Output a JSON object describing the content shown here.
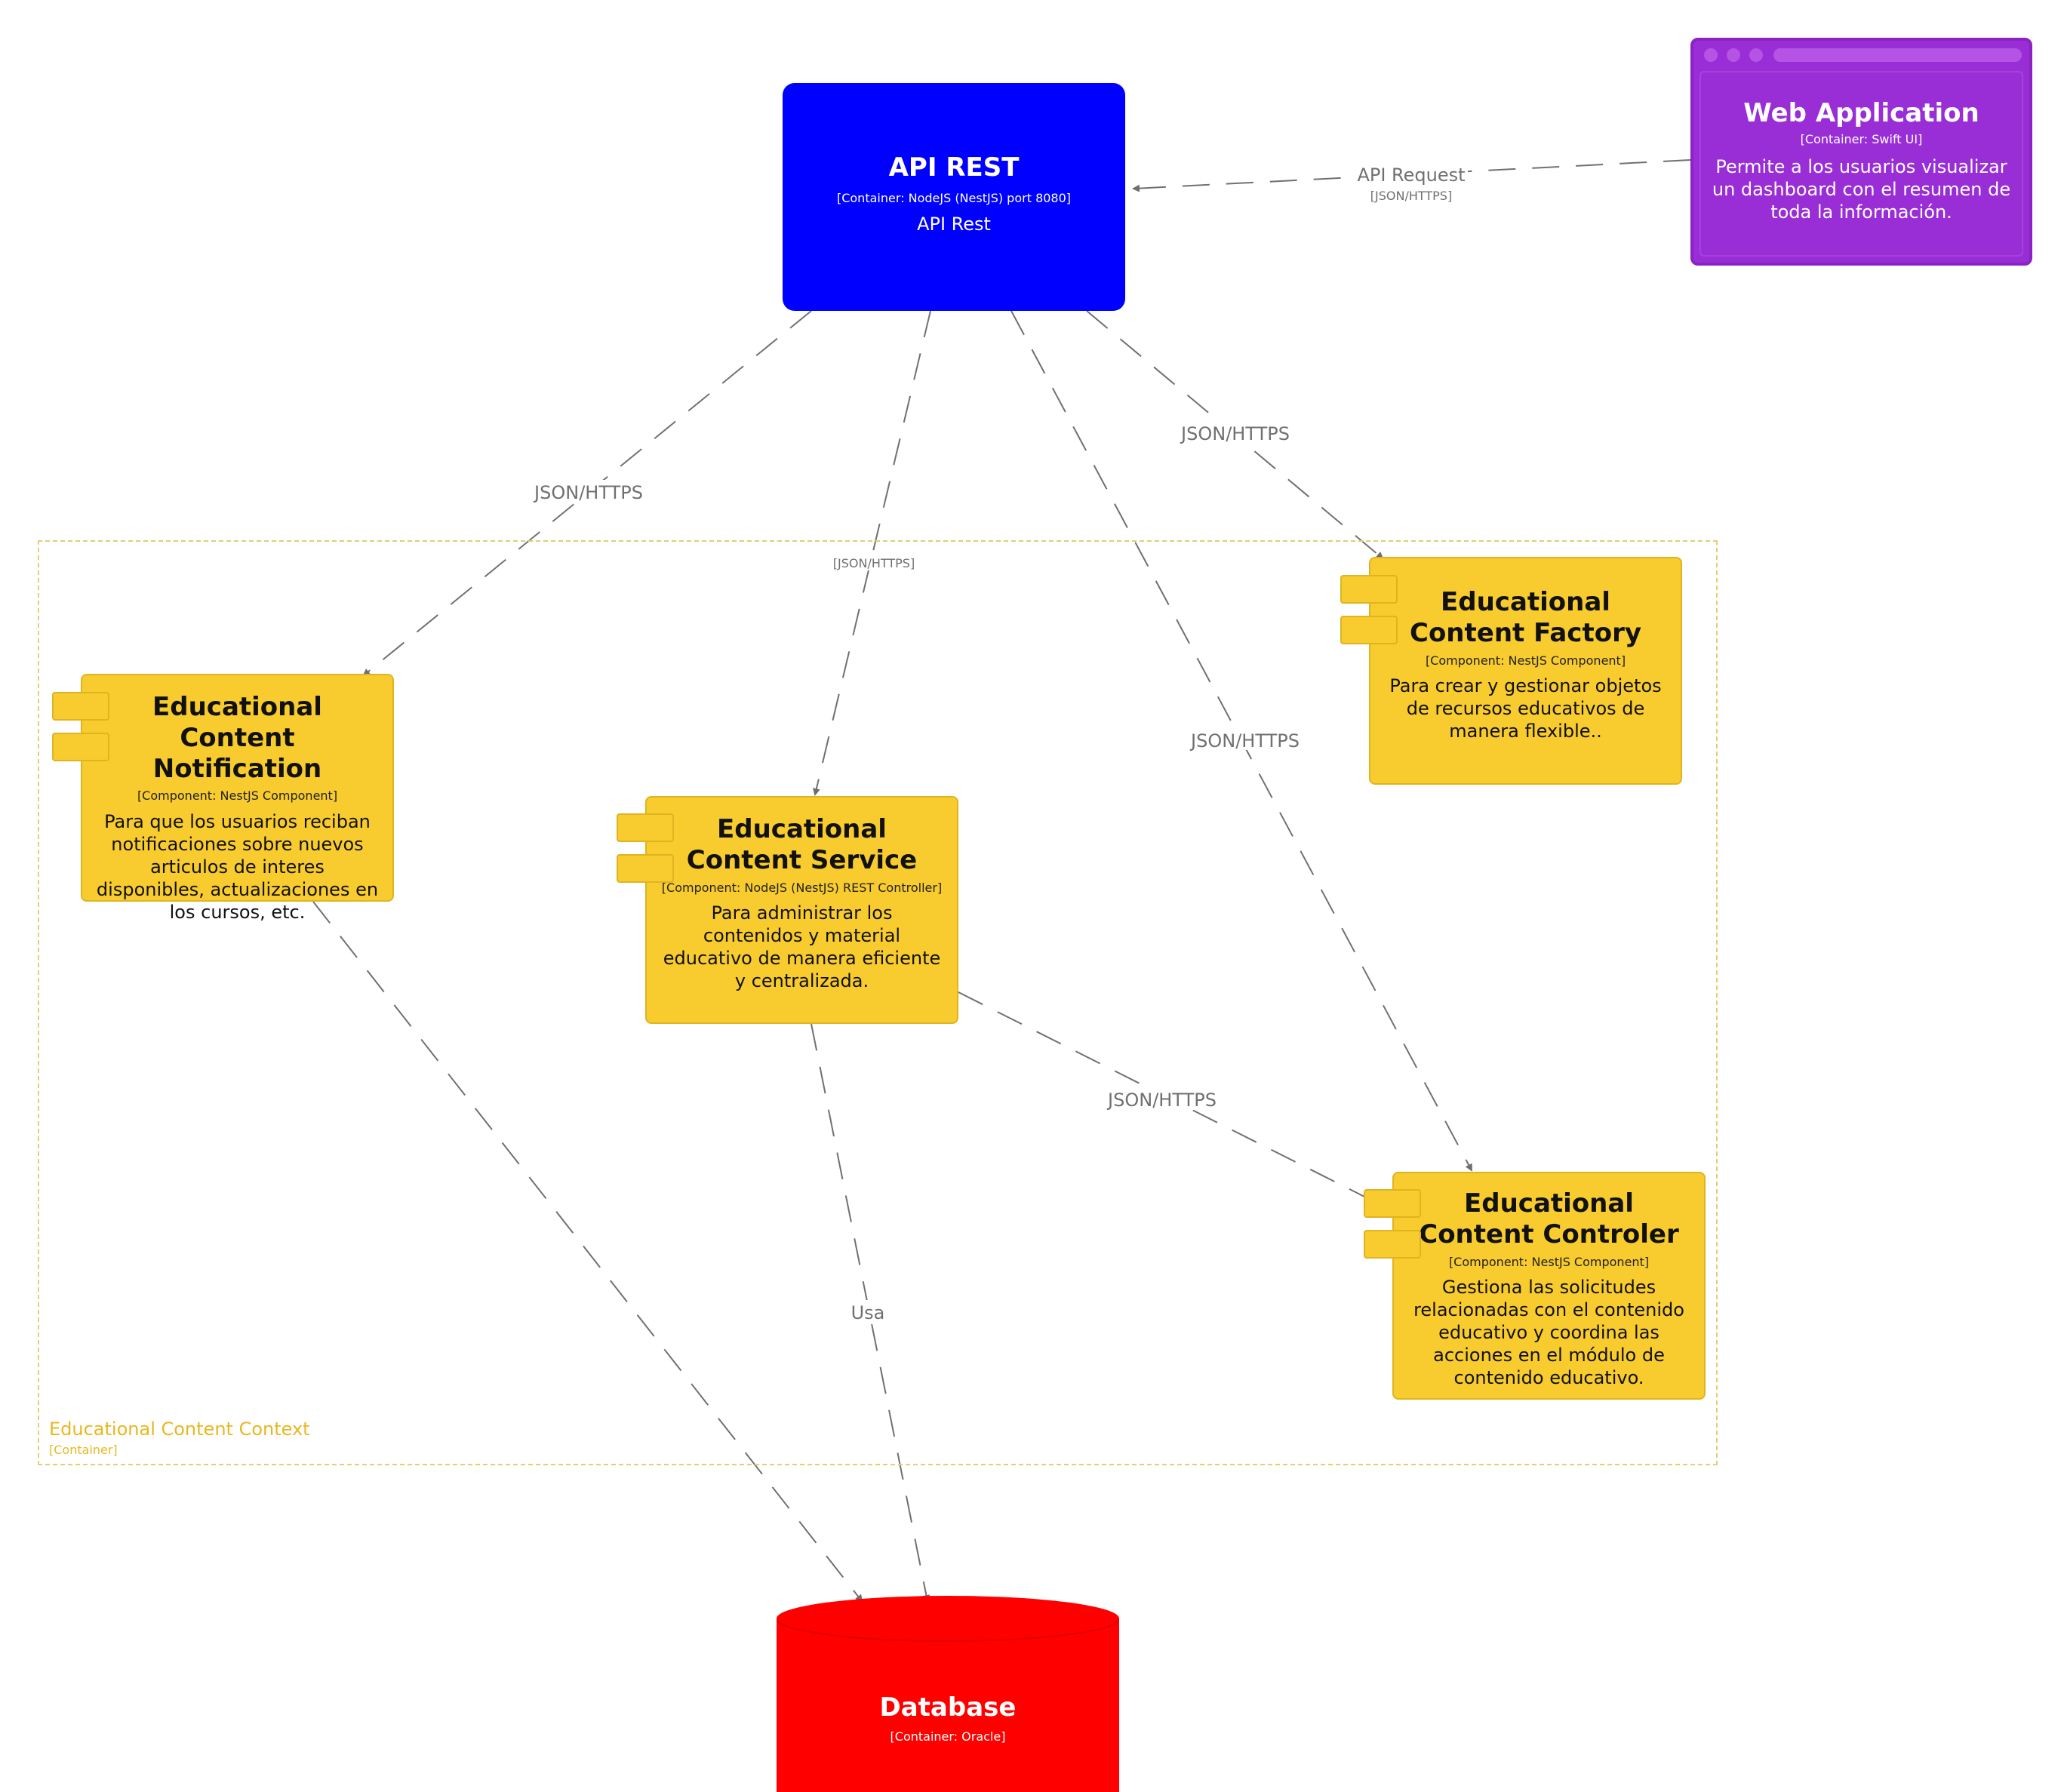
{
  "nodes": {
    "api": {
      "title": "API REST",
      "technology": "[Container: NodeJS (NestJS) port 8080]",
      "description": "API Rest",
      "color": "#0000ff"
    },
    "webapp": {
      "title": "Web Application",
      "technology": "[Container: Swift UI]",
      "description": "Permite a los usuarios visualizar un dashboard con el resumen de toda la información.",
      "color": "#9a2ed6"
    },
    "notification": {
      "title": "Educational Content Notification",
      "technology": "[Component: NestJS Component]",
      "description": "Para que los usuarios reciban notificaciones sobre nuevos articulos de interes disponibles, actualizaciones en los cursos, etc.",
      "color": "#f8cb2e"
    },
    "service": {
      "title": "Educational Content Service",
      "technology": "[Component: NodeJS (NestJS) REST Controller]",
      "description": "Para administrar los contenidos y material educativo de manera eficiente y centralizada.",
      "color": "#f8cb2e"
    },
    "factory": {
      "title": "Educational Content Factory",
      "technology": "[Component: NestJS Component]",
      "description": "Para crear y gestionar objetos de recursos educativos de manera flexible..",
      "color": "#f8cb2e"
    },
    "controller": {
      "title": "Educational Content Controler",
      "technology": "[Component: NestJS Component]",
      "description": "Gestiona las solicitudes relacionadas con el contenido educativo y coordina las acciones en el módulo de contenido educativo.",
      "color": "#f8cb2e"
    },
    "database": {
      "title": "Database",
      "technology": "[Container: Oracle]",
      "color": "#ff0000"
    }
  },
  "boundary": {
    "title": "Educational Content Context",
    "technology": "[Container]",
    "color": "#e8b81f"
  },
  "edges": [
    {
      "from": "webapp",
      "to": "api",
      "label": "API Request",
      "technology": "[JSON/HTTPS]"
    },
    {
      "from": "api",
      "to": "notification",
      "label": "JSON/HTTPS"
    },
    {
      "from": "api",
      "to": "service",
      "label": "",
      "technology": "[JSON/HTTPS]"
    },
    {
      "from": "api",
      "to": "controller",
      "label": "JSON/HTTPS"
    },
    {
      "from": "api",
      "to": "factory",
      "label": "JSON/HTTPS"
    },
    {
      "from": "service",
      "to": "controller",
      "label": "JSON/HTTPS"
    },
    {
      "from": "service",
      "to": "database",
      "label": "Usa"
    },
    {
      "from": "notification",
      "to": "database",
      "label": ""
    }
  ]
}
